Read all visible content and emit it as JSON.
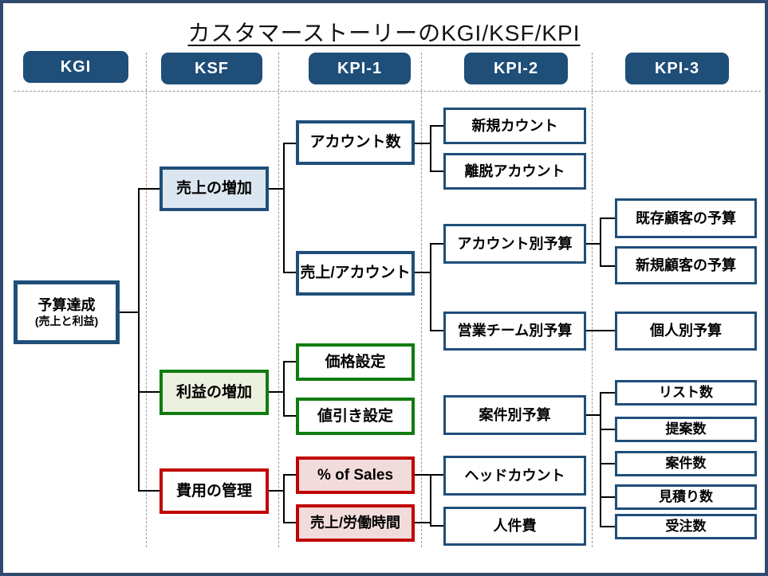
{
  "title": "カスタマーストーリーのKGI/KSF/KPI",
  "headers": [
    "KGI",
    "KSF",
    "KPI-1",
    "KPI-2",
    "KPI-3"
  ],
  "nodes": {
    "kgi": {
      "title": "予算達成",
      "subtitle": "(売上と利益)"
    },
    "ksf": [
      "売上の増加",
      "利益の増加",
      "費用の管理"
    ],
    "kpi1": [
      "アカウント数",
      "売上/アカウント",
      "価格設定",
      "値引き設定",
      "%  of Sales",
      "売上/労働時間"
    ],
    "kpi2": [
      "新規カウント",
      "離脱アカウント",
      "アカウント別予算",
      "営業チーム別予算",
      "案件別予算",
      "ヘッドカウント",
      "人件費"
    ],
    "kpi3": [
      "既存顧客の予算",
      "新規顧客の予算",
      "個人別予算",
      "リスト数",
      "提案数",
      "案件数",
      "見積り数",
      "受注数"
    ]
  },
  "colors": {
    "navy": "#1f4e79",
    "green": "#0f7c0f",
    "red": "#c00000",
    "light_blue": "#dce6f1",
    "light_green": "#ebf1de",
    "light_pink": "#f2dcdb",
    "line": "#000000",
    "dash": "#9a9a9a",
    "frame": "#2e4b6e"
  }
}
